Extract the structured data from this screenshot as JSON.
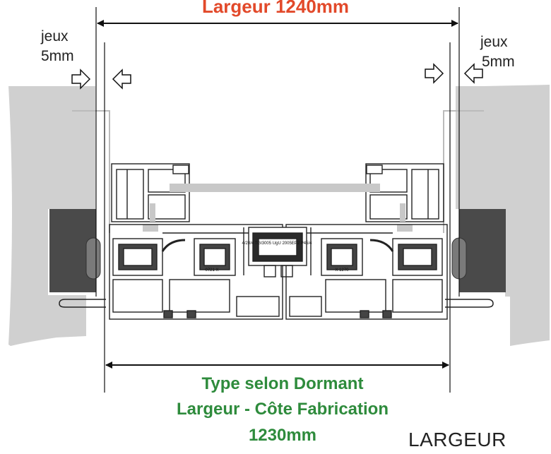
{
  "top_dimension": "Largeur 1240mm",
  "gap_left": {
    "line1": "jeux",
    "line2": "5mm"
  },
  "gap_right": {
    "line1": "jeux",
    "line2": "5mm"
  },
  "bottom_dimension": {
    "line1": "Type selon Dormant",
    "line2": "Largeur - Côte Fabrication",
    "line3": "1230mm"
  },
  "corner_label": "LARGEUR",
  "profile_marks": {
    "glass_spec": "4/20/4 TGI3005 UgU 2005EP2 P45/4",
    "left_gasket": "0721 X",
    "right_gasket": "X 1270"
  },
  "colors": {
    "title_red": "#e2492a",
    "caption_green": "#2e8b3c",
    "wall_grey": "#d0d0d0",
    "block_dark": "#4a4a4a"
  }
}
